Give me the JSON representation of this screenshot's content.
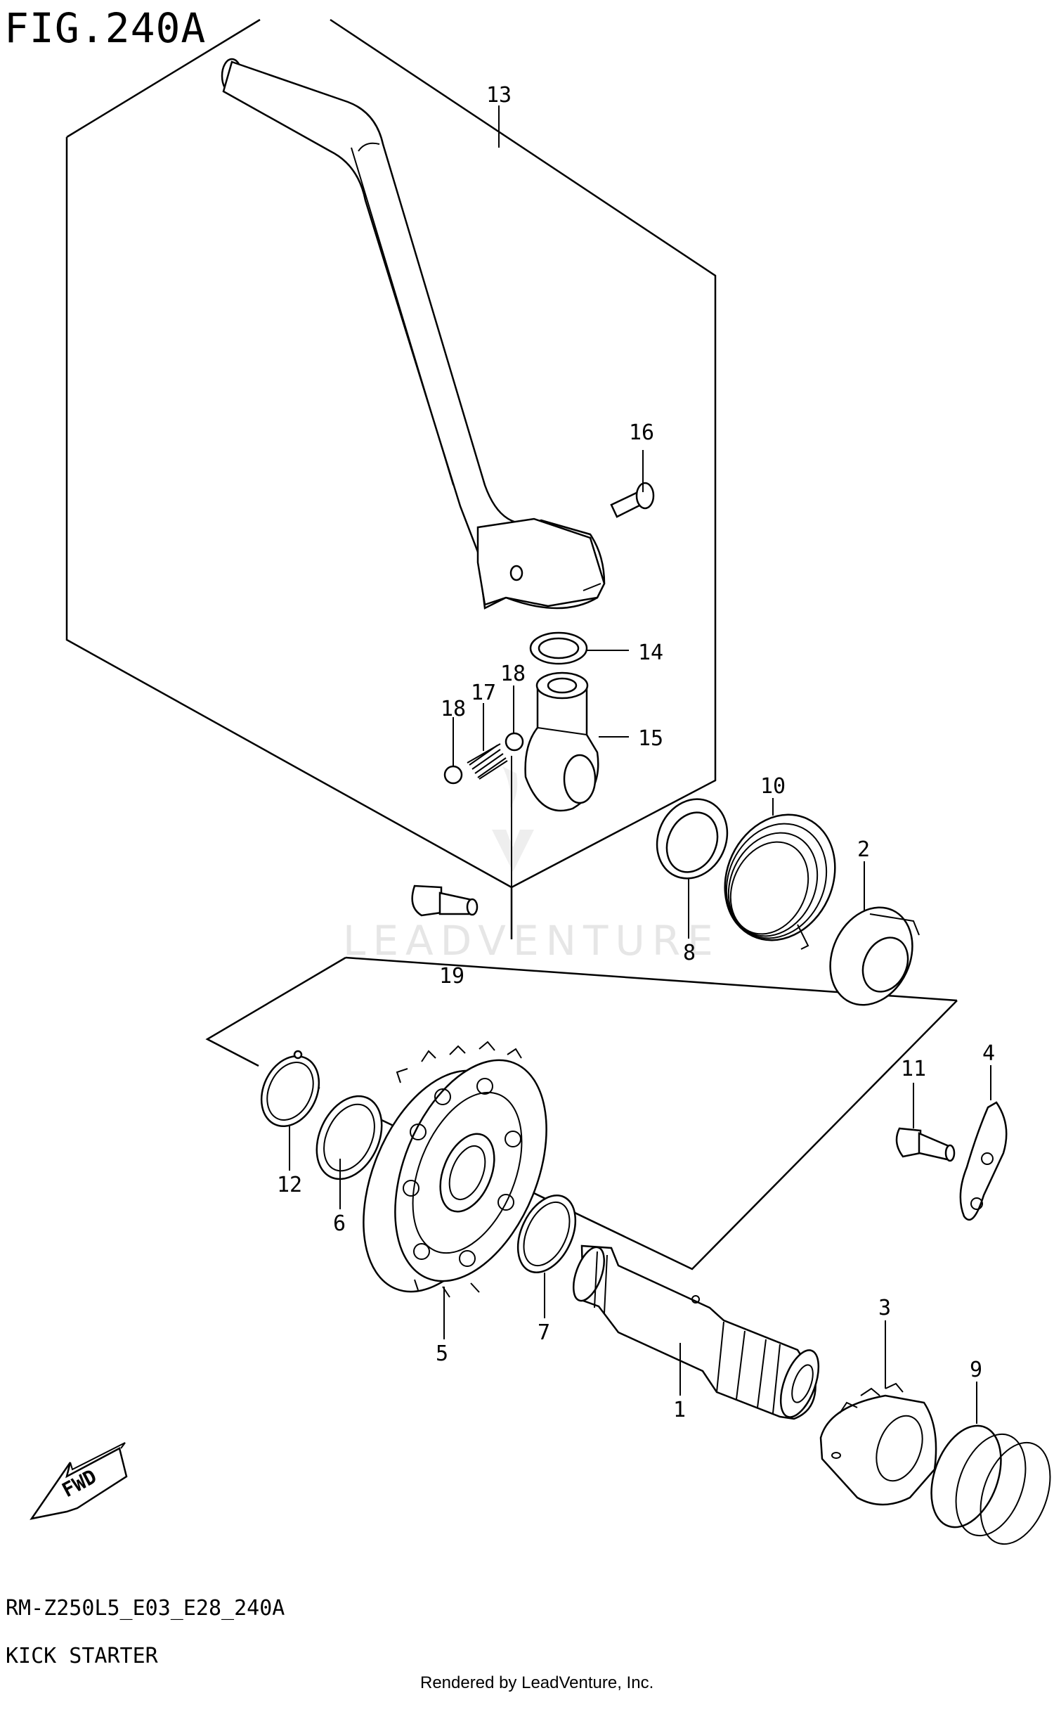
{
  "figure_title": "FIG.240A",
  "diagram_code": "RM-Z250L5_E03_E28_240A",
  "diagram_name": "KICK STARTER",
  "rendered_by": "Rendered by LeadVenture, Inc.",
  "watermark": "LEADVENTURE",
  "fwd_label": "FWD",
  "callouts": {
    "c1": "1",
    "c2": "2",
    "c3": "3",
    "c4": "4",
    "c5": "5",
    "c6": "6",
    "c7": "7",
    "c8": "8",
    "c9": "9",
    "c10": "10",
    "c11": "11",
    "c12": "12",
    "c13": "13",
    "c14": "14",
    "c15": "15",
    "c16": "16",
    "c17": "17",
    "c18a": "18",
    "c18b": "18",
    "c19": "19"
  }
}
